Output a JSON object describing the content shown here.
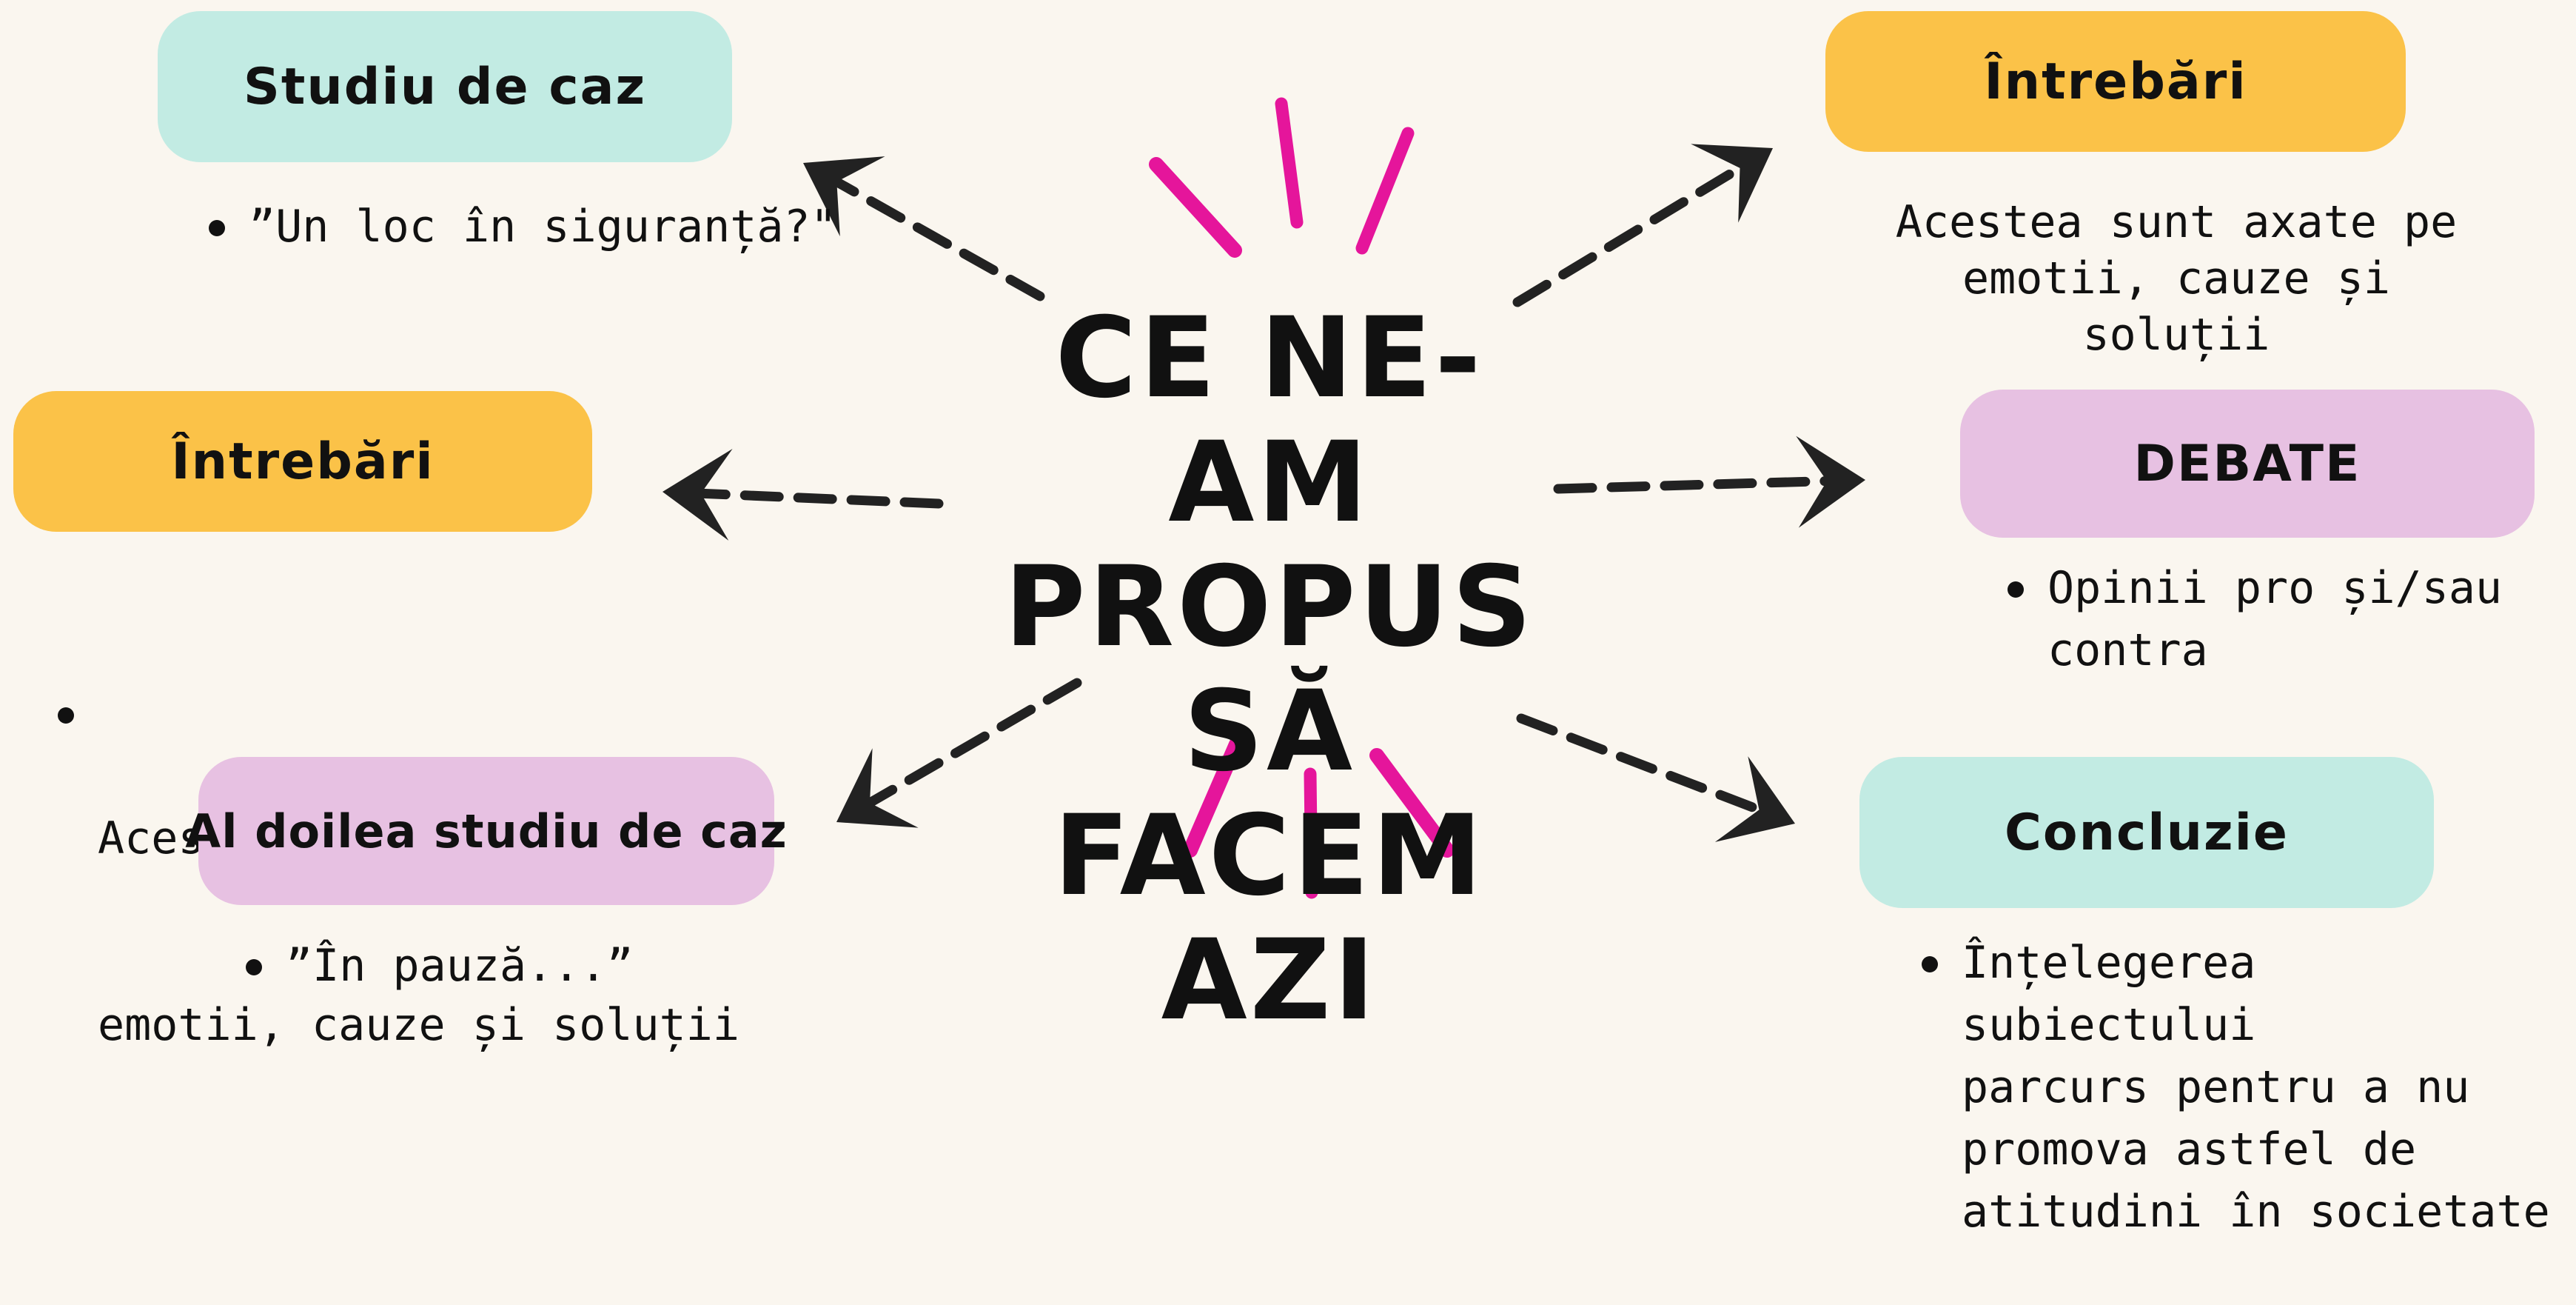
{
  "center": {
    "lines": [
      "CE NE-AM",
      "PROPUS SĂ",
      "FACEM AZI"
    ]
  },
  "nodes": {
    "case_study": {
      "title": "Studiu de caz",
      "items": [
        "”Un loc în siguranță?\""
      ]
    },
    "questions_right": {
      "title": "Întrebări",
      "text_lines": [
        "Acestea sunt axate pe emotii, cauze și",
        "soluții"
      ]
    },
    "questions_left": {
      "title": "Întrebări",
      "items_lines": [
        "Acestea  sunt  axate  pe",
        "emotii, cauze și soluții"
      ]
    },
    "debate": {
      "title": "DEBATE",
      "items": [
        "Opinii pro și/sau contra"
      ]
    },
    "second_case": {
      "title": "Al doilea studiu de caz",
      "items": [
        "”În pauză...”"
      ]
    },
    "conclusion": {
      "title": "Concluzie",
      "items_lines": [
        "Înțelegerea subiectului",
        "parcurs pentru a nu",
        "promova astfel de",
        "atitudini în societate"
      ]
    }
  },
  "colors": {
    "background": "#faf6ef",
    "teal": "#c2ebe3",
    "yellow": "#fbc248",
    "pink": "#e7c1e2",
    "accent_strokes": "#e5159b",
    "arrow": "#222222"
  }
}
